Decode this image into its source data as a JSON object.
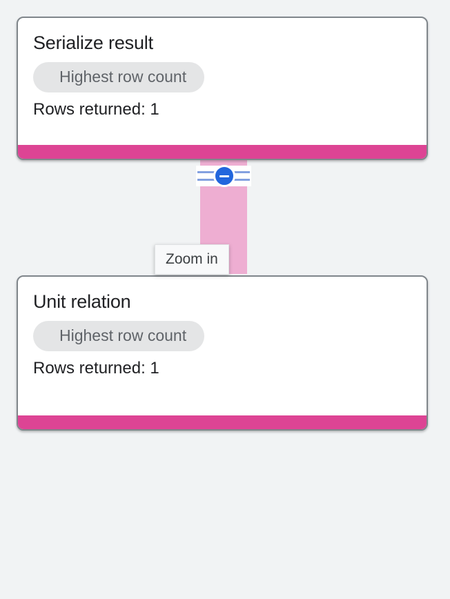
{
  "canvas": {
    "background_color": "#f1f3f4"
  },
  "connector": {
    "name": "edge-serialize-to-unit-relation",
    "color": "#eeaed2"
  },
  "collapse_control": {
    "icon": "minus-circle-icon",
    "button_color": "#2266dd",
    "line_color": "#83a0e0"
  },
  "tooltip": {
    "label": "Zoom in"
  },
  "nodes": [
    {
      "title": "Serialize result",
      "chip_label": "Highest row count",
      "rows_returned": "Rows returned: 1",
      "accent_color": "#dd4494"
    },
    {
      "title": "Unit relation",
      "chip_label": "Highest row count",
      "rows_returned": "Rows returned: 1",
      "accent_color": "#dd4494"
    }
  ]
}
